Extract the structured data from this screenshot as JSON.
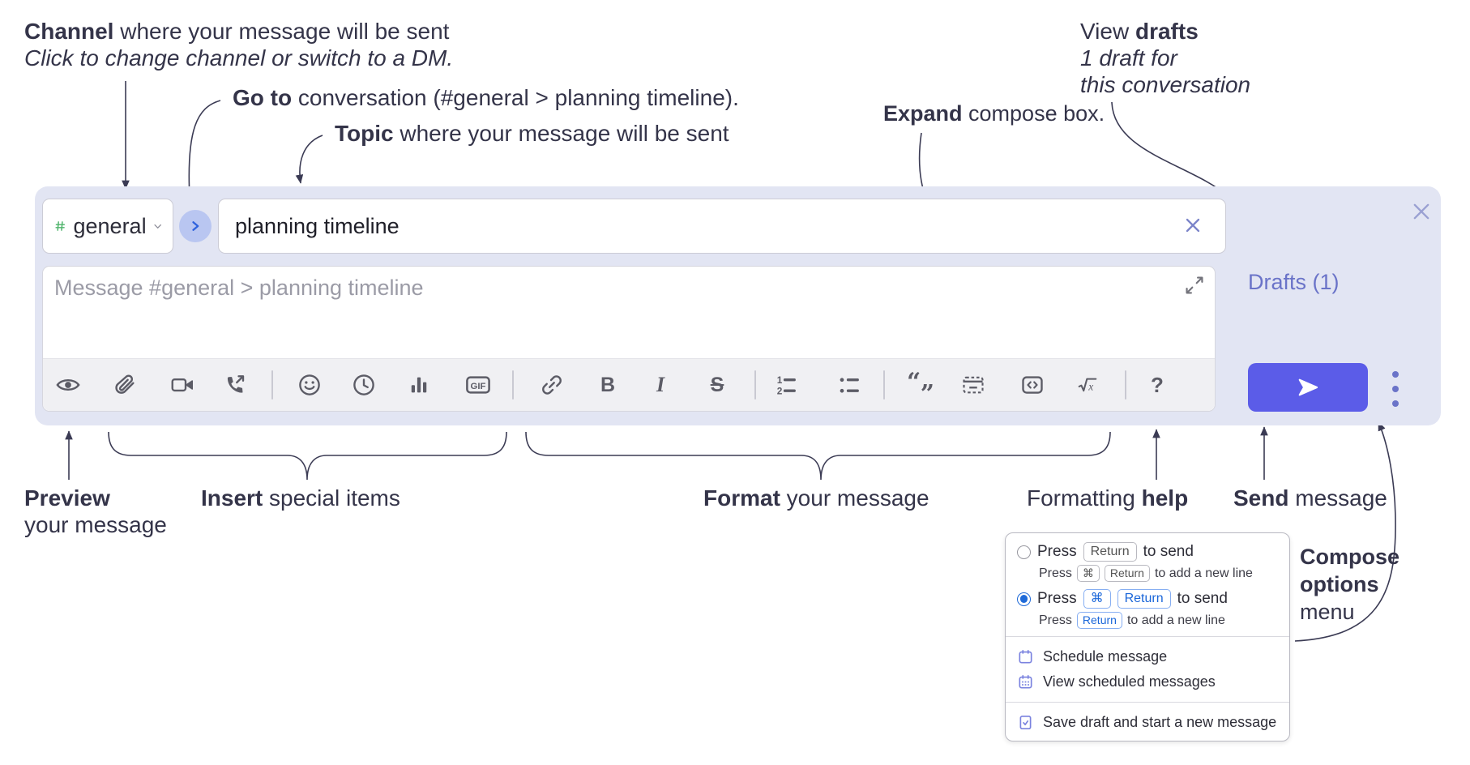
{
  "annotations": {
    "channel": {
      "bold": "Channel",
      "rest": " where your message will be sent",
      "sub": "Click to change channel or switch to a DM."
    },
    "goto": {
      "bold": "Go to",
      "rest": " conversation (#general > planning timeline)."
    },
    "topic": {
      "bold": "Topic",
      "rest": " where your message will be sent"
    },
    "expand": {
      "bold": "Expand",
      "rest": " compose box."
    },
    "drafts": {
      "line1_rest": "View ",
      "line1_bold": "drafts",
      "line2": "1 draft for",
      "line3": "this conversation"
    },
    "preview": {
      "bold": "Preview",
      "rest": "your message"
    },
    "insert": {
      "bold": "Insert",
      "rest": " special items"
    },
    "format": {
      "bold": "Format",
      "rest": " your message"
    },
    "help": {
      "rest": "Formatting ",
      "bold": "help"
    },
    "send": {
      "bold": "Send",
      "rest": " message"
    },
    "compose_options": {
      "bold1": "Compose",
      "bold2": "options",
      "rest": "menu"
    }
  },
  "compose": {
    "channel_name": "general",
    "topic_value": "planning timeline",
    "message_placeholder": "Message #general > planning timeline",
    "drafts_label": "Drafts (1)"
  },
  "toolbar": {
    "icons": [
      "preview",
      "attach-file",
      "start-video-call",
      "start-audio-call",
      "add-emoji",
      "add-global-time",
      "add-poll",
      "add-gif",
      "insert-link",
      "bold",
      "italic",
      "strikethrough",
      "numbered-list",
      "bulleted-list",
      "quote",
      "spoiler",
      "code",
      "math-latex",
      "message-formatting-help"
    ],
    "glyphs": {
      "gif": "GIF",
      "bold": "B",
      "italic": "I",
      "strike": "S",
      "help": "?",
      "quote_open": "“",
      "quote_close": "”",
      "math_root": "√",
      "math_var": "x",
      "ol1": "1",
      "ol2": "2"
    }
  },
  "options_menu": {
    "option1": {
      "press": "Press",
      "key1": "Return",
      "rest": "to send",
      "sub_press": "Press",
      "sub_key1": "⌘",
      "sub_key2": "Return",
      "sub_rest": "to add a new line"
    },
    "option2": {
      "press": "Press",
      "key1": "⌘",
      "key2": "Return",
      "rest": "to send",
      "sub_press": "Press",
      "sub_key1": "Return",
      "sub_rest": "to add a new line"
    },
    "items": [
      {
        "label": "Schedule message"
      },
      {
        "label": "View scheduled messages"
      },
      {
        "label": "Save draft and start a new message"
      }
    ]
  },
  "colors": {
    "accent_send": "#5b5ce8",
    "compose_bg": "#e2e5f3",
    "drafts_link": "#6a73c8",
    "channel_hash": "#4db36a",
    "key_blue": "#1a66d9",
    "annotation_text": "#343449"
  }
}
